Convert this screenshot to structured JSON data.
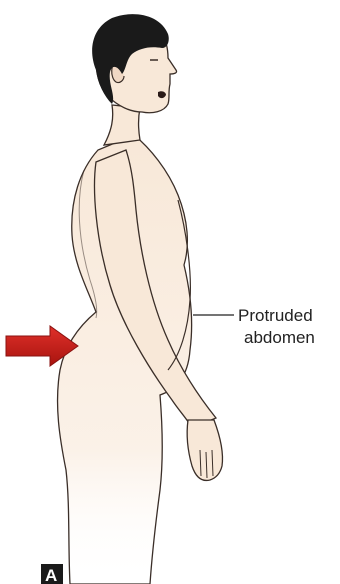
{
  "labels": {
    "callout_line1": "Protruded",
    "callout_line2": "abdomen",
    "panel_letter": "A"
  },
  "colors": {
    "skin": "#f8e8d8",
    "skin_shadow": "#ecd6c2",
    "outline": "#3a2e28",
    "hair": "#1a1a1a",
    "arrow": "#c8201c",
    "arrow_shadow": "#8a1210",
    "badge": "#1a1a1a"
  }
}
